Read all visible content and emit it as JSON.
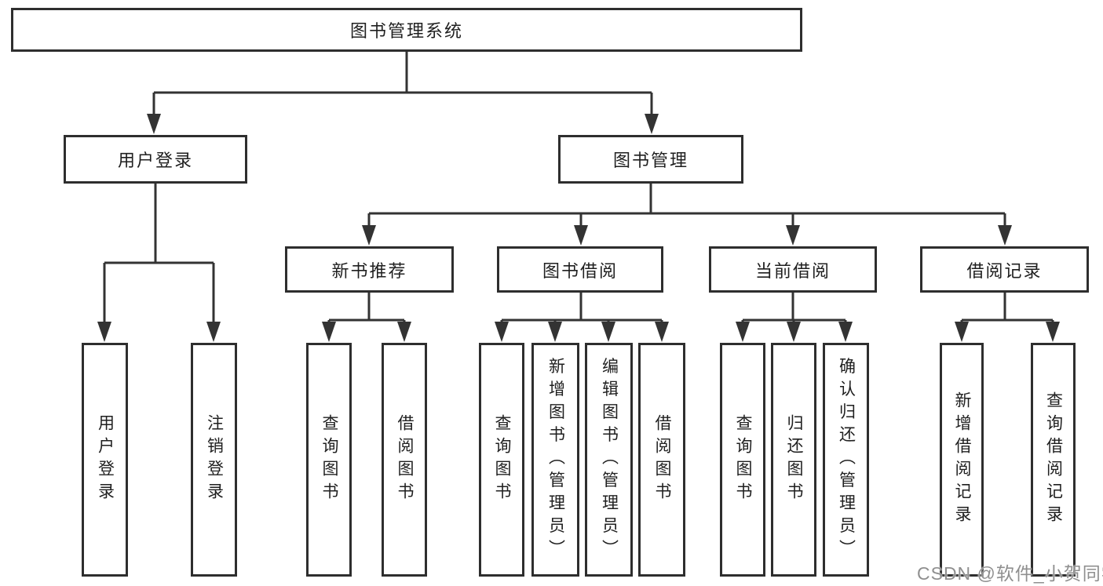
{
  "tree": {
    "label": "图书管理系统",
    "children": [
      {
        "label": "用户登录",
        "children": [
          {
            "label": "用户登录"
          },
          {
            "label": "注销登录"
          }
        ]
      },
      {
        "label": "图书管理",
        "children": [
          {
            "label": "新书推荐",
            "children": [
              {
                "label": "查询图书"
              },
              {
                "label": "借阅图书"
              }
            ]
          },
          {
            "label": "图书借阅",
            "children": [
              {
                "label": "查询图书"
              },
              {
                "label": "新增图书（管理员）"
              },
              {
                "label": "编辑图书（管理员）"
              },
              {
                "label": "借阅图书"
              }
            ]
          },
          {
            "label": "当前借阅",
            "children": [
              {
                "label": "查询图书"
              },
              {
                "label": "归还图书"
              },
              {
                "label": "确认归还（管理员）"
              }
            ]
          },
          {
            "label": "借阅记录",
            "children": [
              {
                "label": "新增借阅记录"
              },
              {
                "label": "查询借阅记录"
              }
            ]
          }
        ]
      }
    ]
  },
  "watermark": {
    "text": "CSDN @软件_小贺同学"
  },
  "colors": {
    "line": "#333333",
    "box_border": "#2e2e2e",
    "text": "#1f1f1f",
    "watermark": "#8f8f8f",
    "background": "#ffffff"
  }
}
